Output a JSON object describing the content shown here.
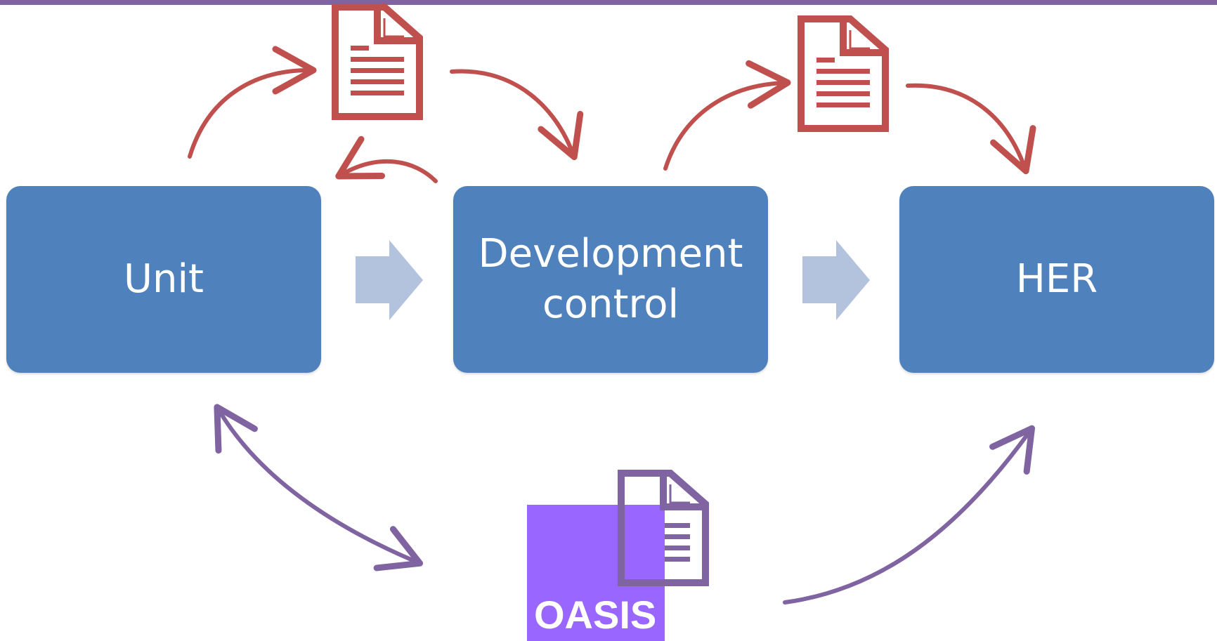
{
  "boxes": {
    "unit": "Unit",
    "development_control": "Development control",
    "her": "HER"
  },
  "oasis_label": "OASIS",
  "icons": {
    "document": "document-icon",
    "flow_arrow": "right-block-arrow-icon"
  },
  "colors": {
    "box_fill": "#4f81bd",
    "box_text": "#ffffff",
    "flow_arrow": "#b3c3de",
    "document_red": "#c0504d",
    "oasis_purple": "#8064a2",
    "oasis_fill": "#9966ff",
    "top_rule": "#8064a2"
  }
}
